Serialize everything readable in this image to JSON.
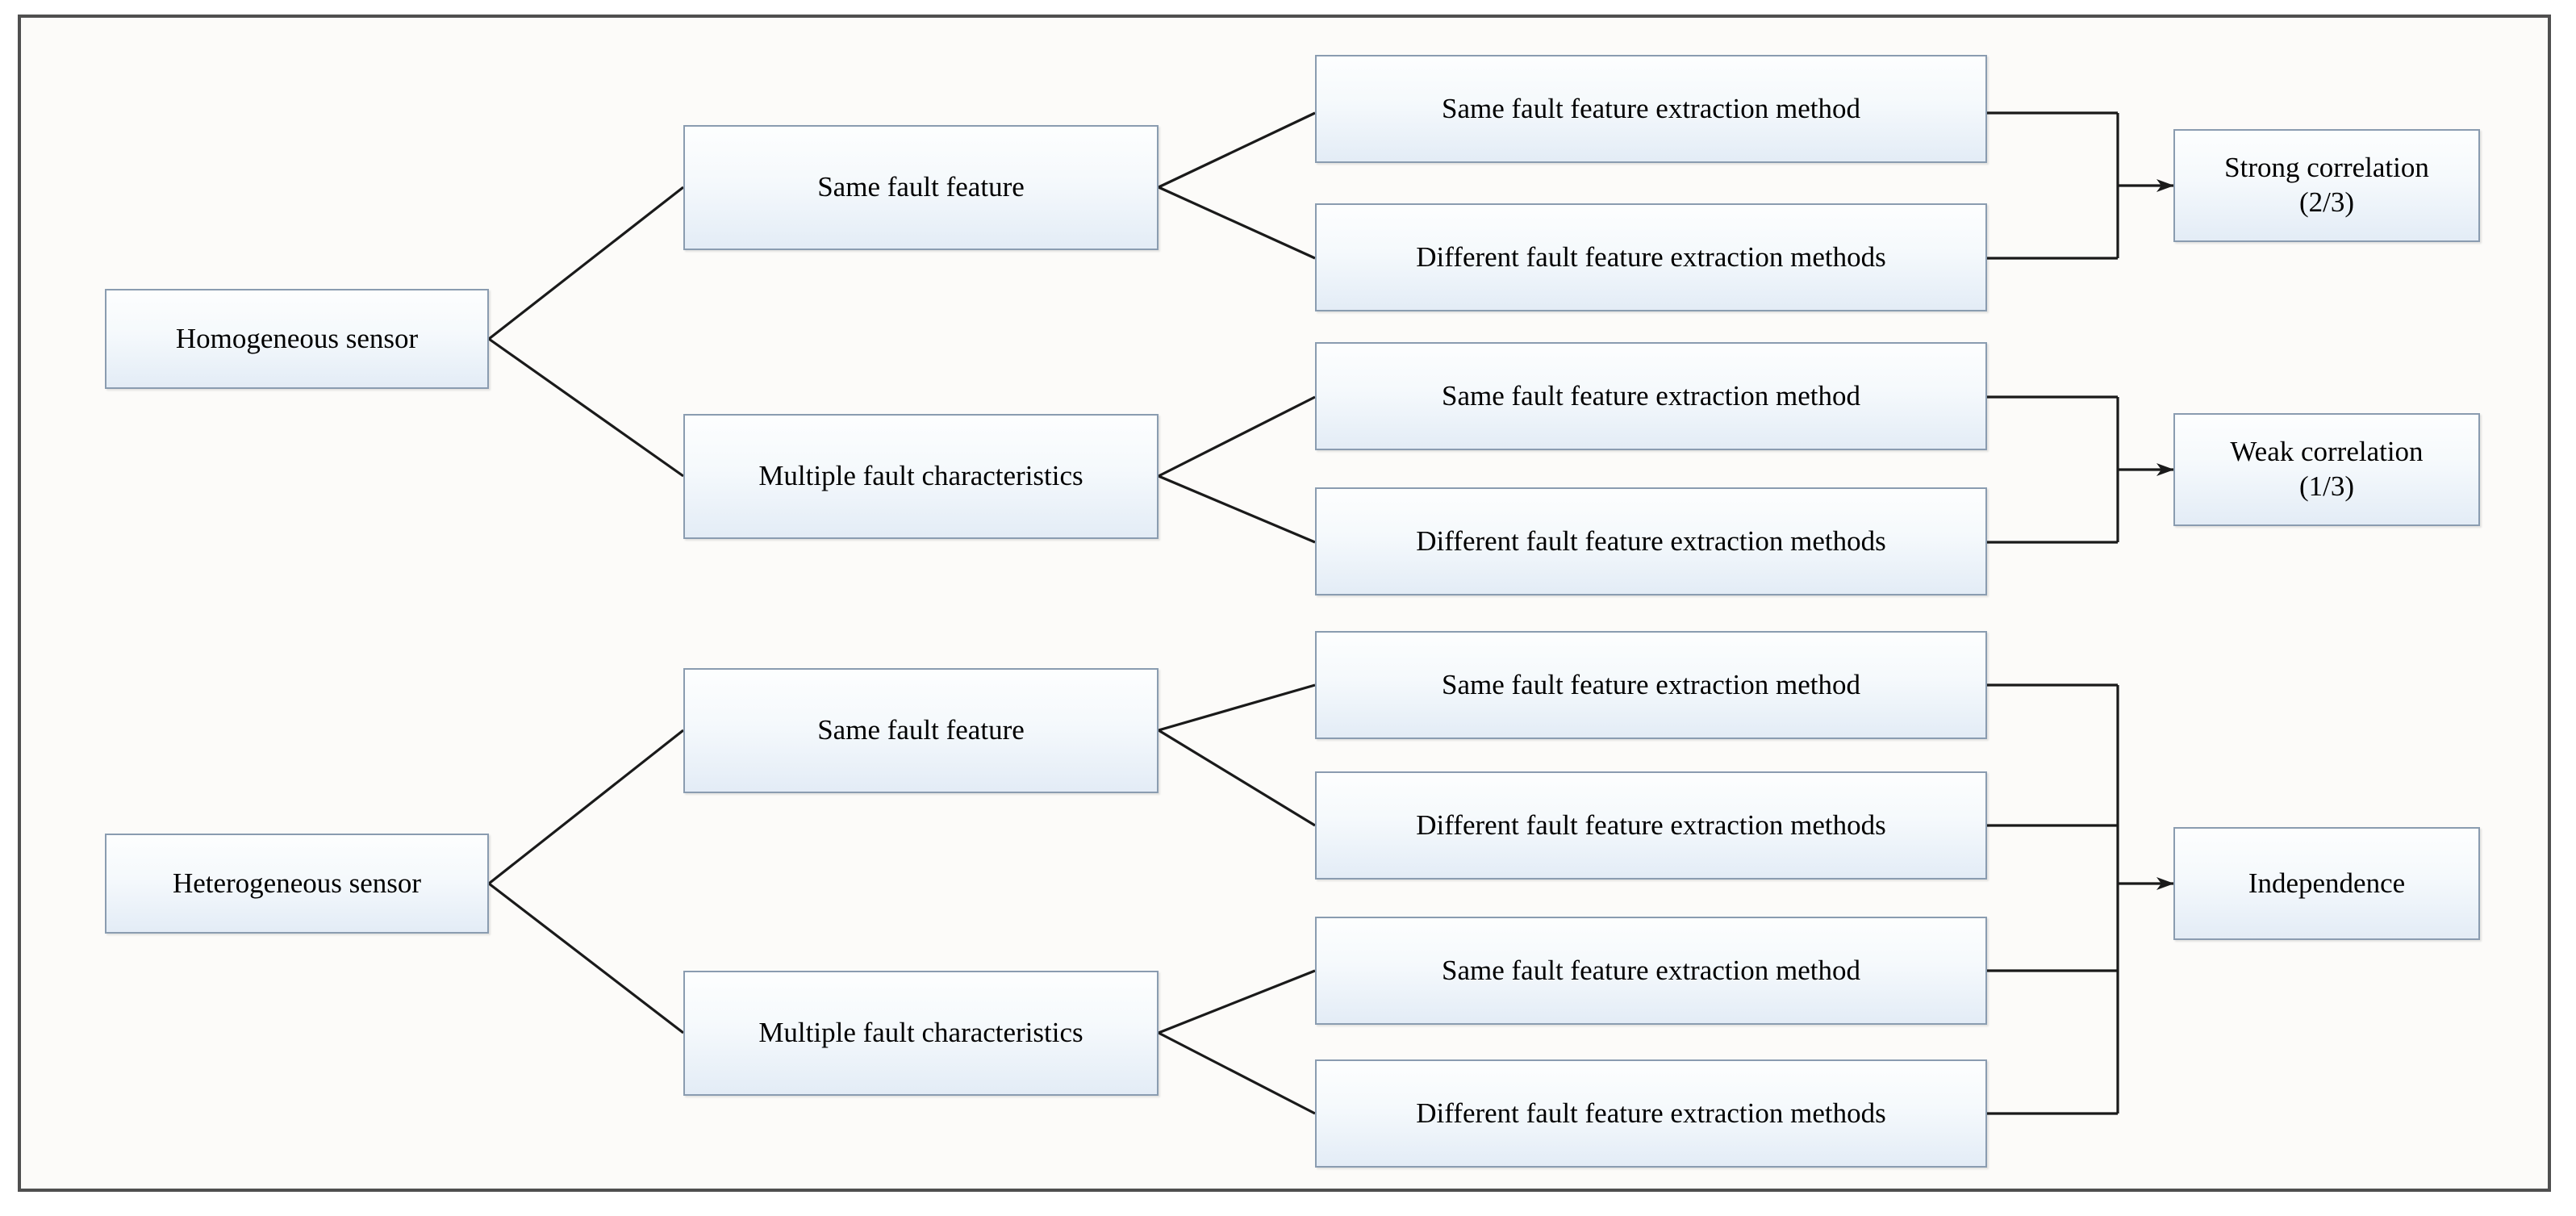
{
  "figure": {
    "kind": "hierarchical-tree-diagram",
    "frame_border_color": "#4f4f4f",
    "canvas_background": "#fcfbf9",
    "node_fill_top": "#fdfefe",
    "node_fill_bottom": "#e3ecf6",
    "node_border_color": "#8a9cb0",
    "connector_color": "#1a1a1a"
  },
  "nodes": {
    "roots": [
      {
        "id": "homogeneous",
        "label": "Homogeneous sensor"
      },
      {
        "id": "heterogeneous",
        "label": "Heterogeneous sensor"
      }
    ],
    "features": [
      {
        "id": "homo-same",
        "label": "Same fault feature"
      },
      {
        "id": "homo-multi",
        "label": "Multiple fault characteristics"
      },
      {
        "id": "hetero-same",
        "label": "Same fault feature"
      },
      {
        "id": "hetero-multi",
        "label": "Multiple fault characteristics"
      }
    ],
    "methods": [
      {
        "id": "m1",
        "label": "Same fault feature extraction method"
      },
      {
        "id": "m2",
        "label": "Different fault feature extraction methods"
      },
      {
        "id": "m3",
        "label": "Same fault feature extraction method"
      },
      {
        "id": "m4",
        "label": "Different fault feature extraction methods"
      },
      {
        "id": "m5",
        "label": "Same fault feature extraction method"
      },
      {
        "id": "m6",
        "label": "Different fault feature extraction methods"
      },
      {
        "id": "m7",
        "label": "Same fault feature extraction method"
      },
      {
        "id": "m8",
        "label": "Different fault feature extraction methods"
      }
    ],
    "outcomes": [
      {
        "id": "strong",
        "label": "Strong correlation\n(2/3)",
        "value": "2/3",
        "name": "Strong correlation"
      },
      {
        "id": "weak",
        "label": "Weak correlation\n(1/3)",
        "value": "1/3",
        "name": "Weak correlation"
      },
      {
        "id": "independence",
        "label": "Independence",
        "value": "",
        "name": "Independence"
      }
    ]
  },
  "edges": [
    {
      "from": "homogeneous",
      "to": "homo-same"
    },
    {
      "from": "homogeneous",
      "to": "homo-multi"
    },
    {
      "from": "heterogeneous",
      "to": "hetero-same"
    },
    {
      "from": "heterogeneous",
      "to": "hetero-multi"
    },
    {
      "from": "homo-same",
      "to": "m1"
    },
    {
      "from": "homo-same",
      "to": "m2"
    },
    {
      "from": "homo-multi",
      "to": "m3"
    },
    {
      "from": "homo-multi",
      "to": "m4"
    },
    {
      "from": "hetero-same",
      "to": "m5"
    },
    {
      "from": "hetero-same",
      "to": "m6"
    },
    {
      "from": "hetero-multi",
      "to": "m7"
    },
    {
      "from": "hetero-multi",
      "to": "m8"
    },
    {
      "from": "m1",
      "to": "strong"
    },
    {
      "from": "m2",
      "to": "strong"
    },
    {
      "from": "m3",
      "to": "weak"
    },
    {
      "from": "m4",
      "to": "weak"
    },
    {
      "from": "m5",
      "to": "independence"
    },
    {
      "from": "m6",
      "to": "independence"
    },
    {
      "from": "m7",
      "to": "independence"
    },
    {
      "from": "m8",
      "to": "independence"
    }
  ]
}
